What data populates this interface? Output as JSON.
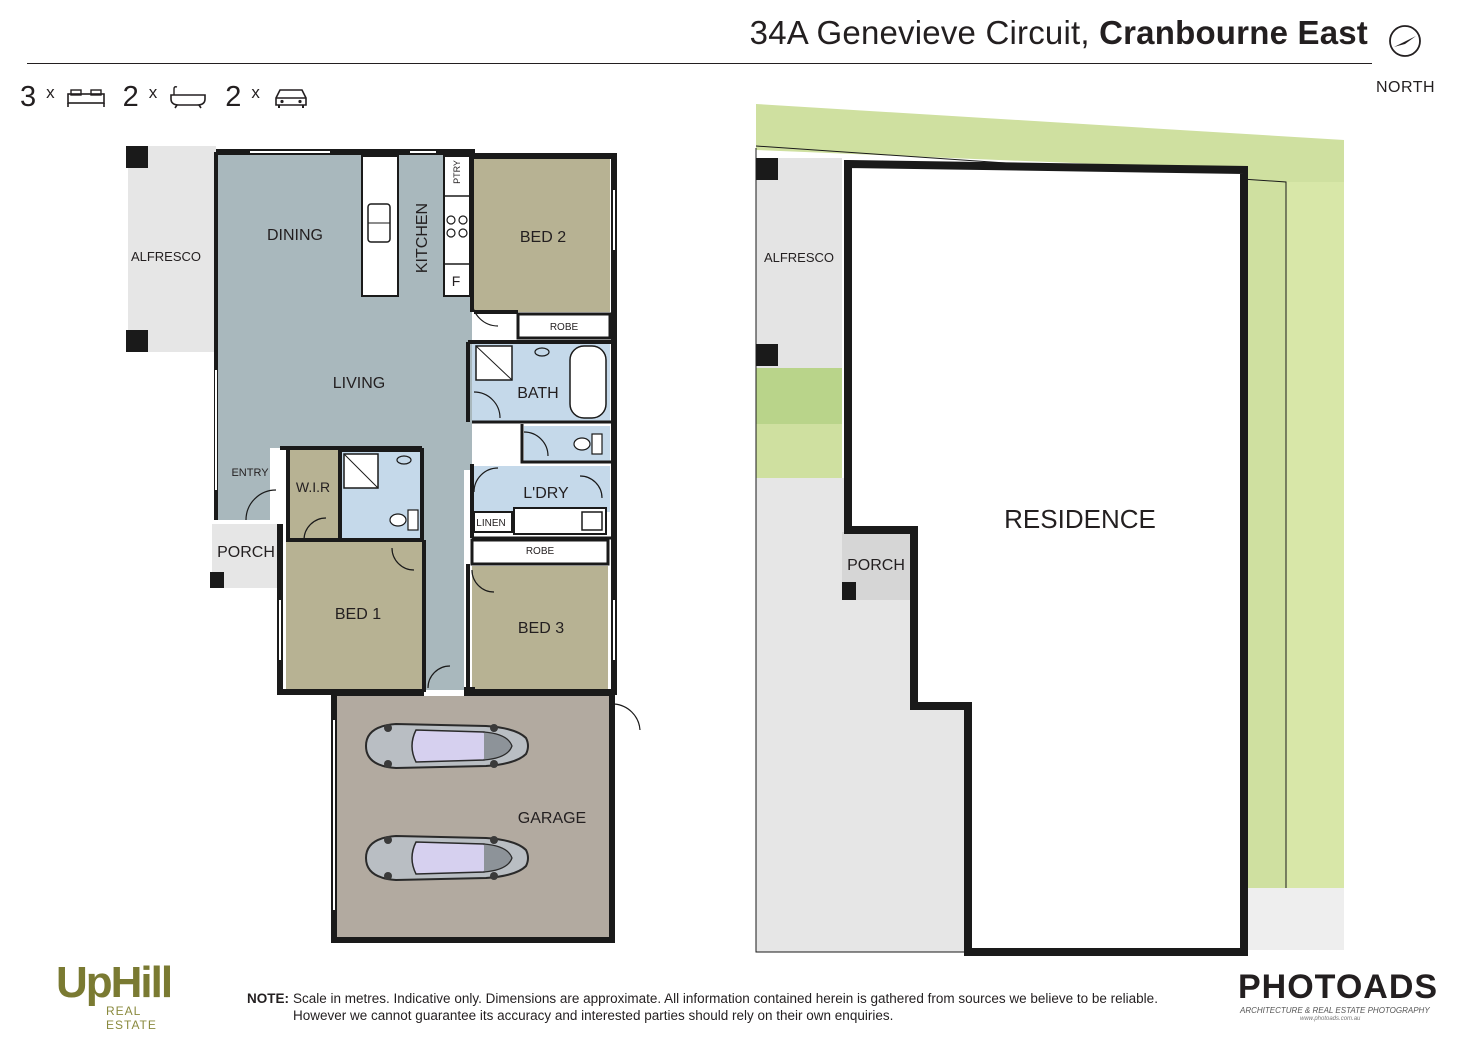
{
  "header": {
    "address_street": "34A Genevieve Circuit,",
    "address_suburb": "Cranbourne East",
    "north_label": "NORTH"
  },
  "features": [
    {
      "count": "3",
      "times": "x",
      "icon": "bed-icon"
    },
    {
      "count": "2",
      "times": "x",
      "icon": "bath-icon"
    },
    {
      "count": "2",
      "times": "x",
      "icon": "car-icon"
    }
  ],
  "floor_plan": {
    "rooms": {
      "alfresco": "ALFRESCO",
      "dining": "DINING",
      "kitchen": "KITCHEN",
      "pantry": "PTRY",
      "fridge": "F",
      "bed2": "BED 2",
      "robe_bed2": "ROBE",
      "living": "LIVING",
      "bath": "BATH",
      "entry": "ENTRY",
      "wir": "W.I.R",
      "laundry": "L'DRY",
      "linen": "LINEN",
      "robe_bed3": "ROBE",
      "porch": "PORCH",
      "bed1": "BED 1",
      "bed3": "BED 3",
      "garage": "GARAGE"
    }
  },
  "site_plan": {
    "labels": {
      "alfresco": "ALFRESCO",
      "porch": "PORCH",
      "residence": "RESIDENCE"
    }
  },
  "colors": {
    "living_area": "#a9b8bd",
    "bedroom": "#b7b293",
    "wet_area": "#c5d9ea",
    "garage": "#b2aaa0",
    "outdoor": "#e6e6e6",
    "lawn": "#d2e4a0",
    "wall": "#1a1a1a",
    "brand_uphill": "#7a7a32"
  },
  "footer": {
    "note_label": "NOTE:",
    "note_line1": "Scale in metres. Indicative only. Dimensions are approximate. All information contained herein is gathered from sources we believe to be reliable.",
    "note_line2": "However we cannot guarantee its accuracy and interested parties should rely on their own enquiries.",
    "uphill_name": "UpHill",
    "uphill_sub": "REAL ESTATE",
    "photoads_name": "PHOTOADS",
    "photoads_sub": "ARCHITECTURE & REAL ESTATE PHOTOGRAPHY",
    "photoads_url": "www.photoads.com.au"
  }
}
